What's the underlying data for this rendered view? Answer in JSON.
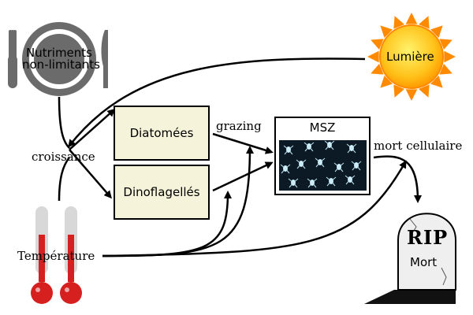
{
  "labels": {
    "nutriments_line1": "Nutriments",
    "nutriments_line2": "non-limitants",
    "lumiere": "Lumière",
    "diatomees": "Diatomées",
    "dinoflagelles": "Dinoflagellés",
    "msz": "MSZ",
    "grazing": "grazing",
    "croissance": "croissance",
    "mort_cellulaire": "mort cellulaire",
    "temperature": "Température",
    "rip": "RIP",
    "mort": "Mort"
  },
  "colors": {
    "box_fill": "#f5f3d9",
    "plate": "#6b6b6b",
    "sun_core": "#ffc21a",
    "sun_rays": "#ff8a00",
    "thermo_red": "#d62020",
    "tomb": "#efefef"
  },
  "icons": {
    "plate": "plate-cutlery-icon",
    "sun": "sun-icon",
    "thermometers": "thermometer-icon",
    "tombstone": "tombstone-icon"
  }
}
